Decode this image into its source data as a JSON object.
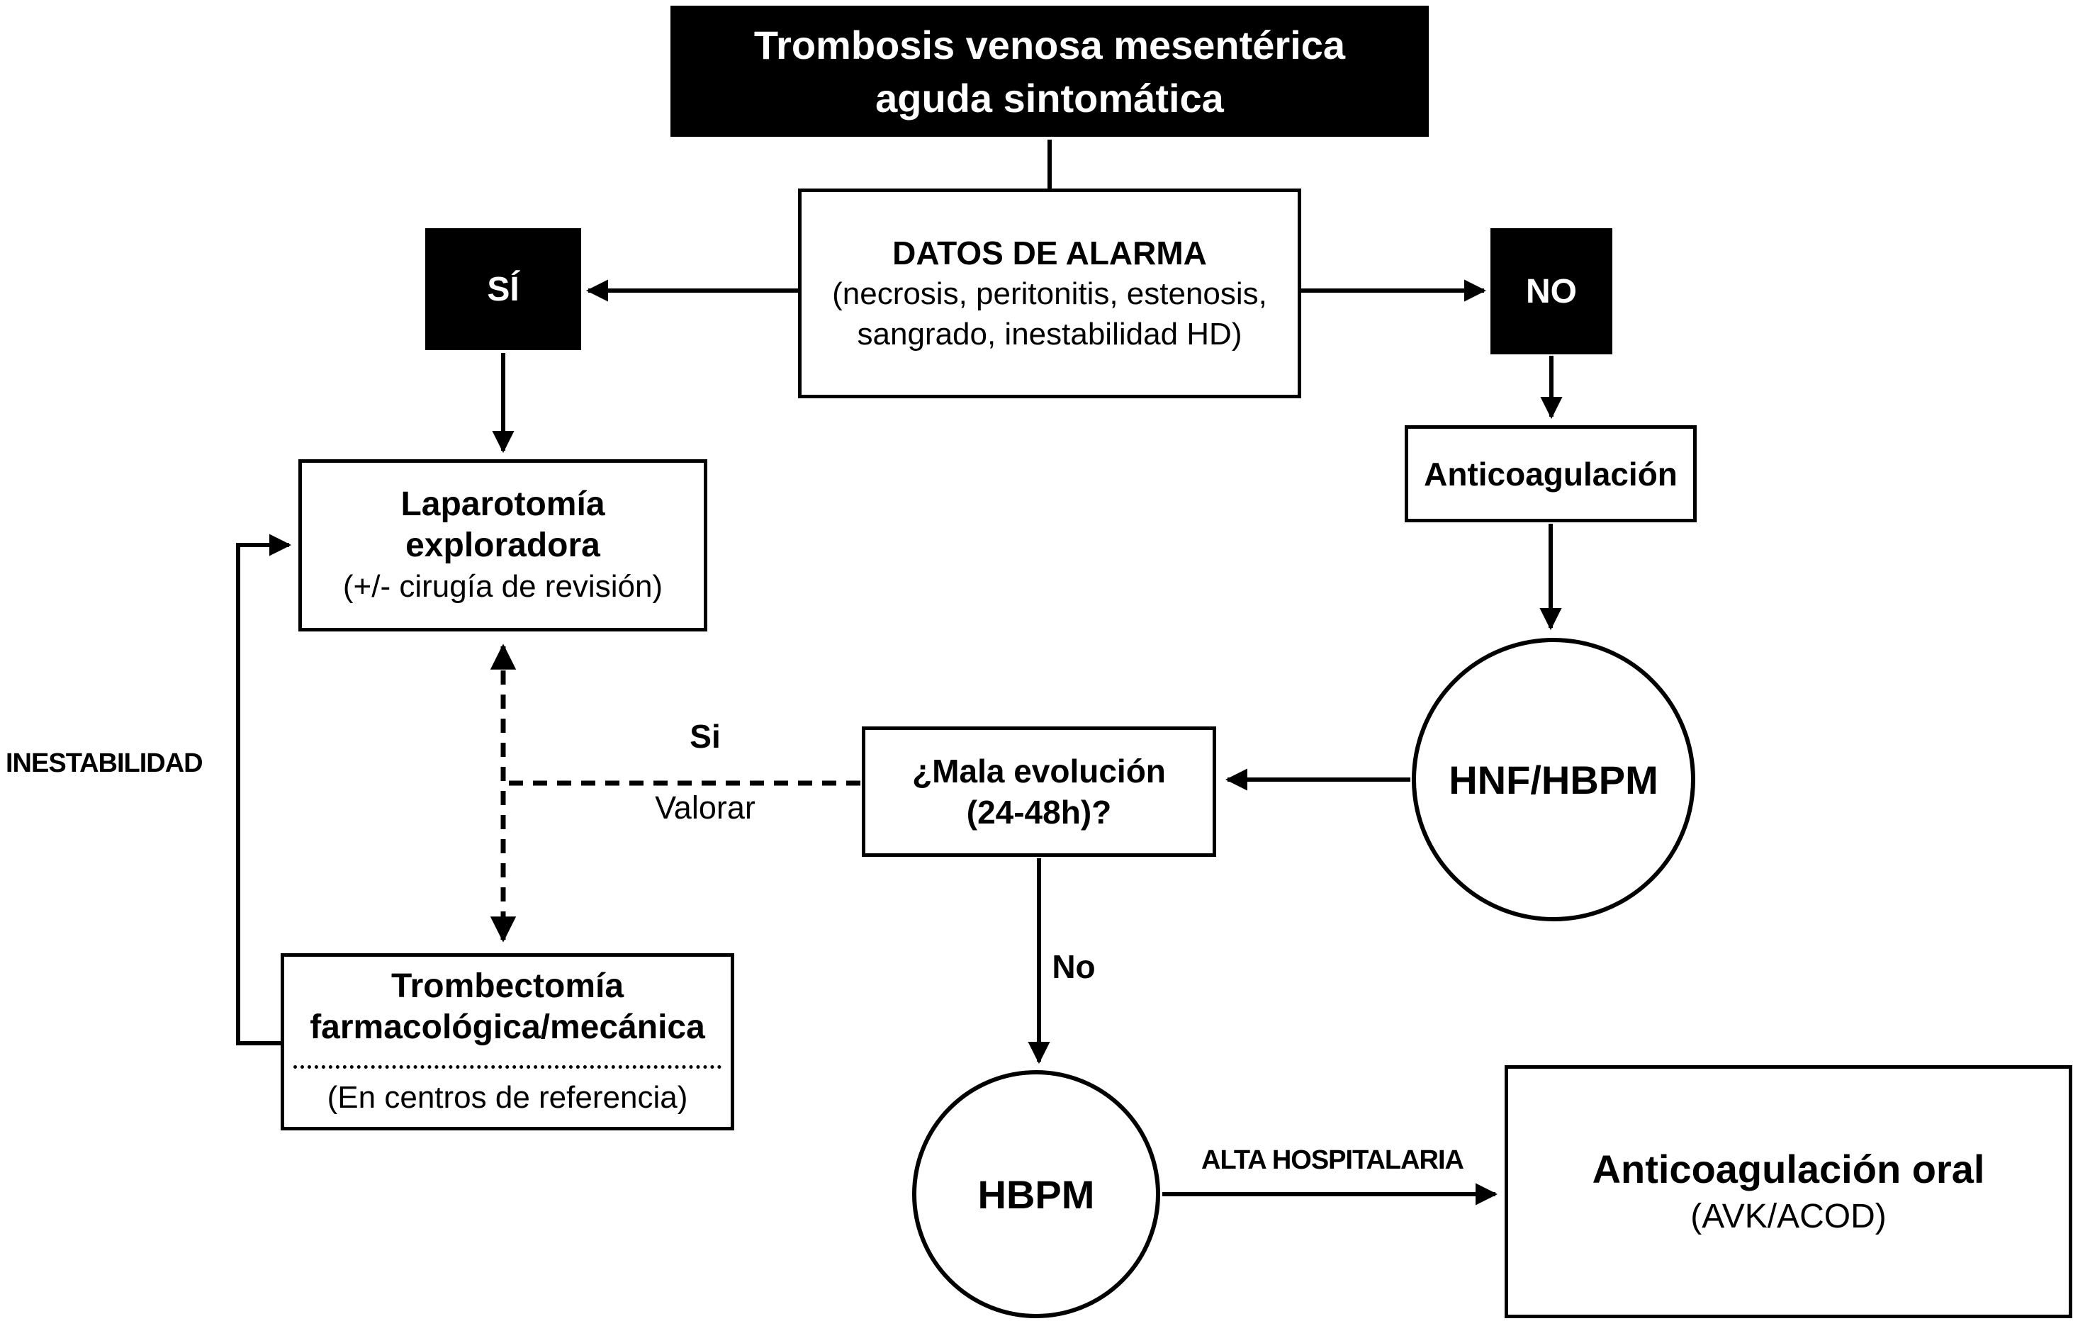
{
  "diagram": {
    "background": "#ffffff",
    "line_color": "#000000",
    "node_fill_dark": "#000000",
    "text_on_dark": "#ffffff",
    "nodes": {
      "title": {
        "line1": "Trombosis venosa mesentérica",
        "line2": "aguda sintomática"
      },
      "alarm": {
        "title": "DATOS DE ALARMA",
        "line1": "(necrosis, peritonitis, estenosis,",
        "line2": "sangrado, inestabilidad HD)"
      },
      "yes": {
        "label": "SÍ"
      },
      "no": {
        "label": "NO"
      },
      "laparotomy": {
        "line1": "Laparotomía",
        "line2": "exploradora",
        "note": "(+/- cirugía de revisión)"
      },
      "anticoagulation": {
        "label": "Anticoagulación"
      },
      "hnf": {
        "label": "HNF/HBPM"
      },
      "evolution": {
        "line1": "¿Mala evolución",
        "line2": "(24-48h)?"
      },
      "thrombectomy": {
        "line1": "Trombectomía",
        "line2": "farmacológica/mecánica",
        "note": "(En centros de referencia)"
      },
      "hbpm": {
        "label": "HBPM"
      },
      "oral": {
        "line1": "Anticoagulación oral",
        "line2": "(AVK/ACOD)"
      }
    },
    "edge_labels": {
      "yes_dashed": "Si",
      "assess": "Valorar",
      "no_down": "No",
      "instability": "INESTABILIDAD",
      "discharge": "ALTA HOSPITALARIA"
    }
  }
}
